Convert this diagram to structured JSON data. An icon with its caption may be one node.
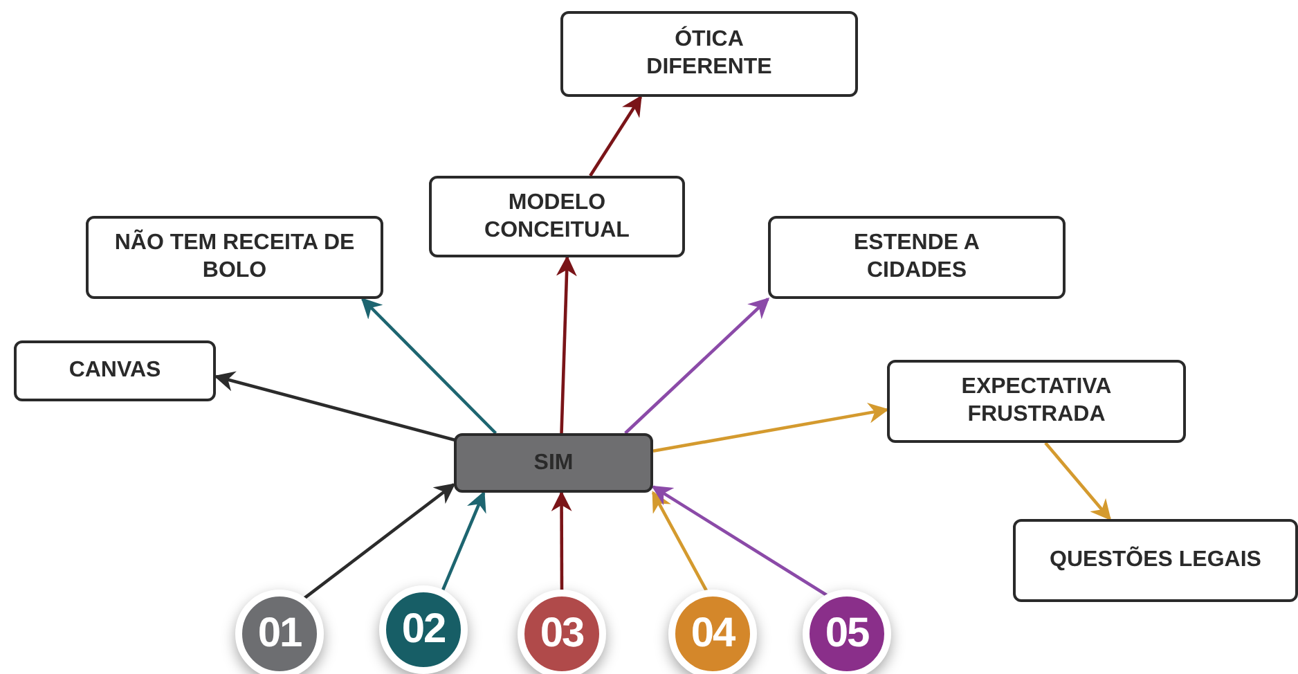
{
  "diagram": {
    "nodes": [
      {
        "text": [
          "ÓTICA DIFERENTE"
        ]
      },
      {
        "text": [
          "MODELO CONCEITUAL"
        ]
      },
      {
        "text": [
          "NÃO TEM RECEITA DE BOLO"
        ]
      },
      {
        "text": [
          "ESTENDE A CIDADES"
        ]
      },
      {
        "text": [
          "CANVAS"
        ]
      },
      {
        "text": [
          "EXPECTATIVA FRUSTRADA"
        ]
      },
      {
        "text": [
          "SIM"
        ]
      },
      {
        "text": [
          "QUESTÕES LEGAIS"
        ]
      },
      {
        "text": [
          "01"
        ]
      },
      {
        "text": [
          "02"
        ]
      },
      {
        "text": [
          "03"
        ]
      },
      {
        "text": [
          "04"
        ]
      },
      {
        "text": [
          "05"
        ]
      }
    ],
    "edges": [
      {
        "from": 6,
        "to": 4,
        "arrow": "to",
        "color": "#2b2b2b"
      },
      {
        "from": 6,
        "to": 2,
        "arrow": "to",
        "color": "#1d6570"
      },
      {
        "from": 6,
        "to": 1,
        "arrow": "to",
        "color": "#7a1418"
      },
      {
        "from": 1,
        "to": 0,
        "arrow": "to",
        "color": "#7a1418"
      },
      {
        "from": 6,
        "to": 3,
        "arrow": "to",
        "color": "#8b4aa8"
      },
      {
        "from": 6,
        "to": 5,
        "arrow": "to",
        "color": "#d49a2e"
      },
      {
        "from": 5,
        "to": 7,
        "arrow": "to",
        "color": "#d49a2e"
      },
      {
        "from": 8,
        "to": 6,
        "arrow": "to",
        "color": "#2b2b2b"
      },
      {
        "from": 9,
        "to": 6,
        "arrow": "to",
        "color": "#1d6570"
      },
      {
        "from": 10,
        "to": 6,
        "arrow": "to",
        "color": "#7a1418"
      },
      {
        "from": 11,
        "to": 6,
        "arrow": "to",
        "color": "#d49a2e"
      },
      {
        "from": 12,
        "to": 6,
        "arrow": "to",
        "color": "#8b4aa8"
      }
    ]
  }
}
